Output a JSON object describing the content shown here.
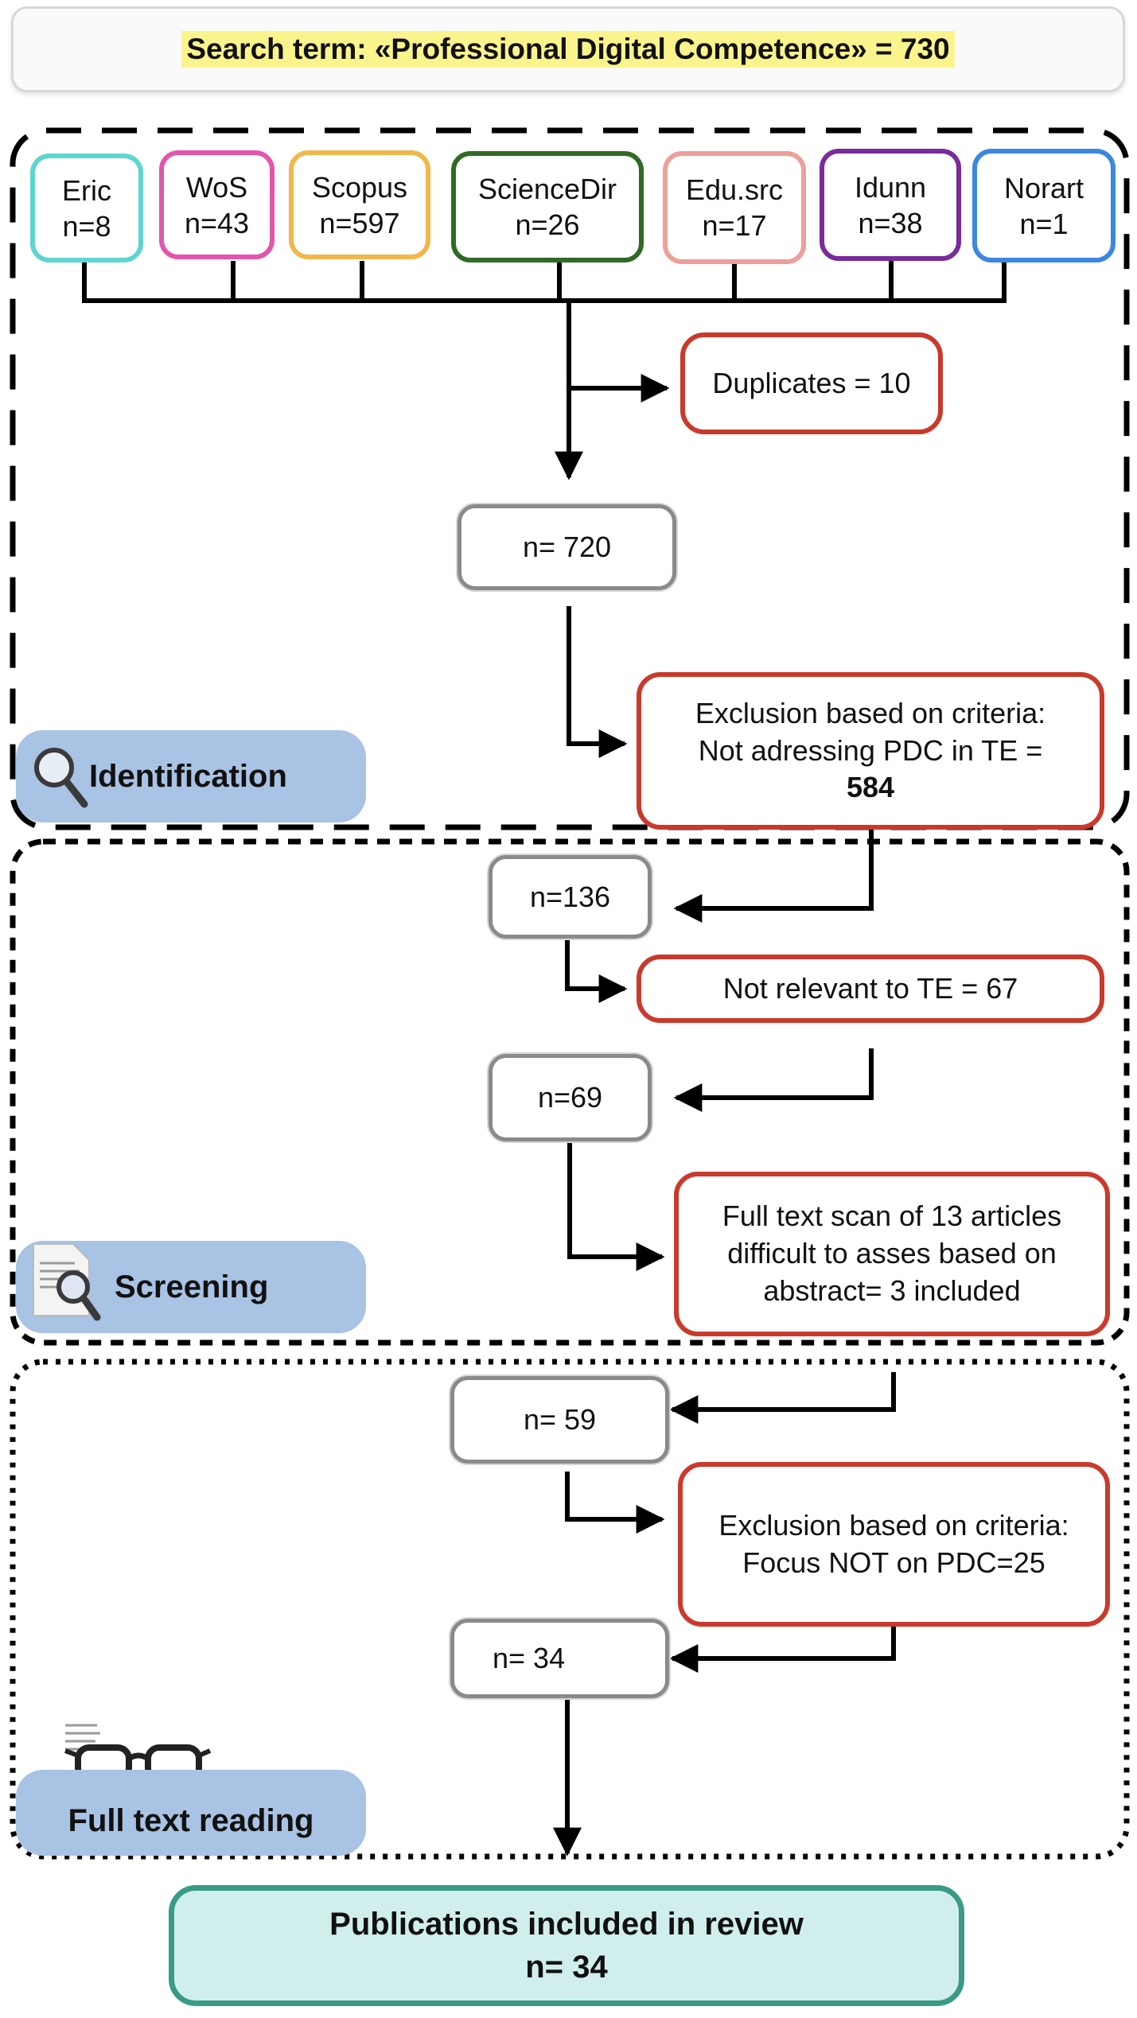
{
  "search": {
    "label": "Search term: «Professional Digital Competence» = 730"
  },
  "sources": [
    {
      "name": "Eric",
      "count": "n=8",
      "color": "#5ed6cf"
    },
    {
      "name": "WoS",
      "count": "n=43",
      "color": "#e255ab"
    },
    {
      "name": "Scopus",
      "count": "n=597",
      "color": "#f0b84a"
    },
    {
      "name": "ScienceDir",
      "count": "n=26",
      "color": "#2f6b25"
    },
    {
      "name": "Edu.src",
      "count": "n=17",
      "color": "#eda09a"
    },
    {
      "name": "Idunn",
      "count": "n=38",
      "color": "#7a2b9a"
    },
    {
      "name": "Norart",
      "count": "n=1",
      "color": "#3c88e0"
    }
  ],
  "flow": {
    "duplicates": "Duplicates = 10",
    "n720": "n= 720",
    "exclusion_criteria_line1": "Exclusion based on criteria:",
    "exclusion_criteria_line2": "Not adressing  PDC in TE =",
    "exclusion_criteria_line3": "584",
    "n136": "n=136",
    "not_relevant": "Not relevant to TE = 67",
    "n69": "n=69",
    "fulltext_scan_line1": "Full text scan of 13 articles",
    "fulltext_scan_line2": "difficult to asses based on",
    "fulltext_scan_line3": "abstract= 3 included",
    "n59": "n= 59",
    "exclusion_focus_line1": "Exclusion based on criteria:",
    "exclusion_focus_line2": "Focus NOT on PDC=25",
    "n34": "n= 34"
  },
  "stages": {
    "identification": "Identification",
    "screening": "Screening",
    "fulltext": "Full text reading"
  },
  "result": {
    "title": "Publications included in review",
    "count": "n= 34"
  },
  "colors": {
    "exclusion_border": "#c93a2c",
    "stage_fill": "#a9c3e4",
    "result_fill": "#cfeeec",
    "result_border": "#3a9b84",
    "search_highlight": "#fbf48c"
  }
}
